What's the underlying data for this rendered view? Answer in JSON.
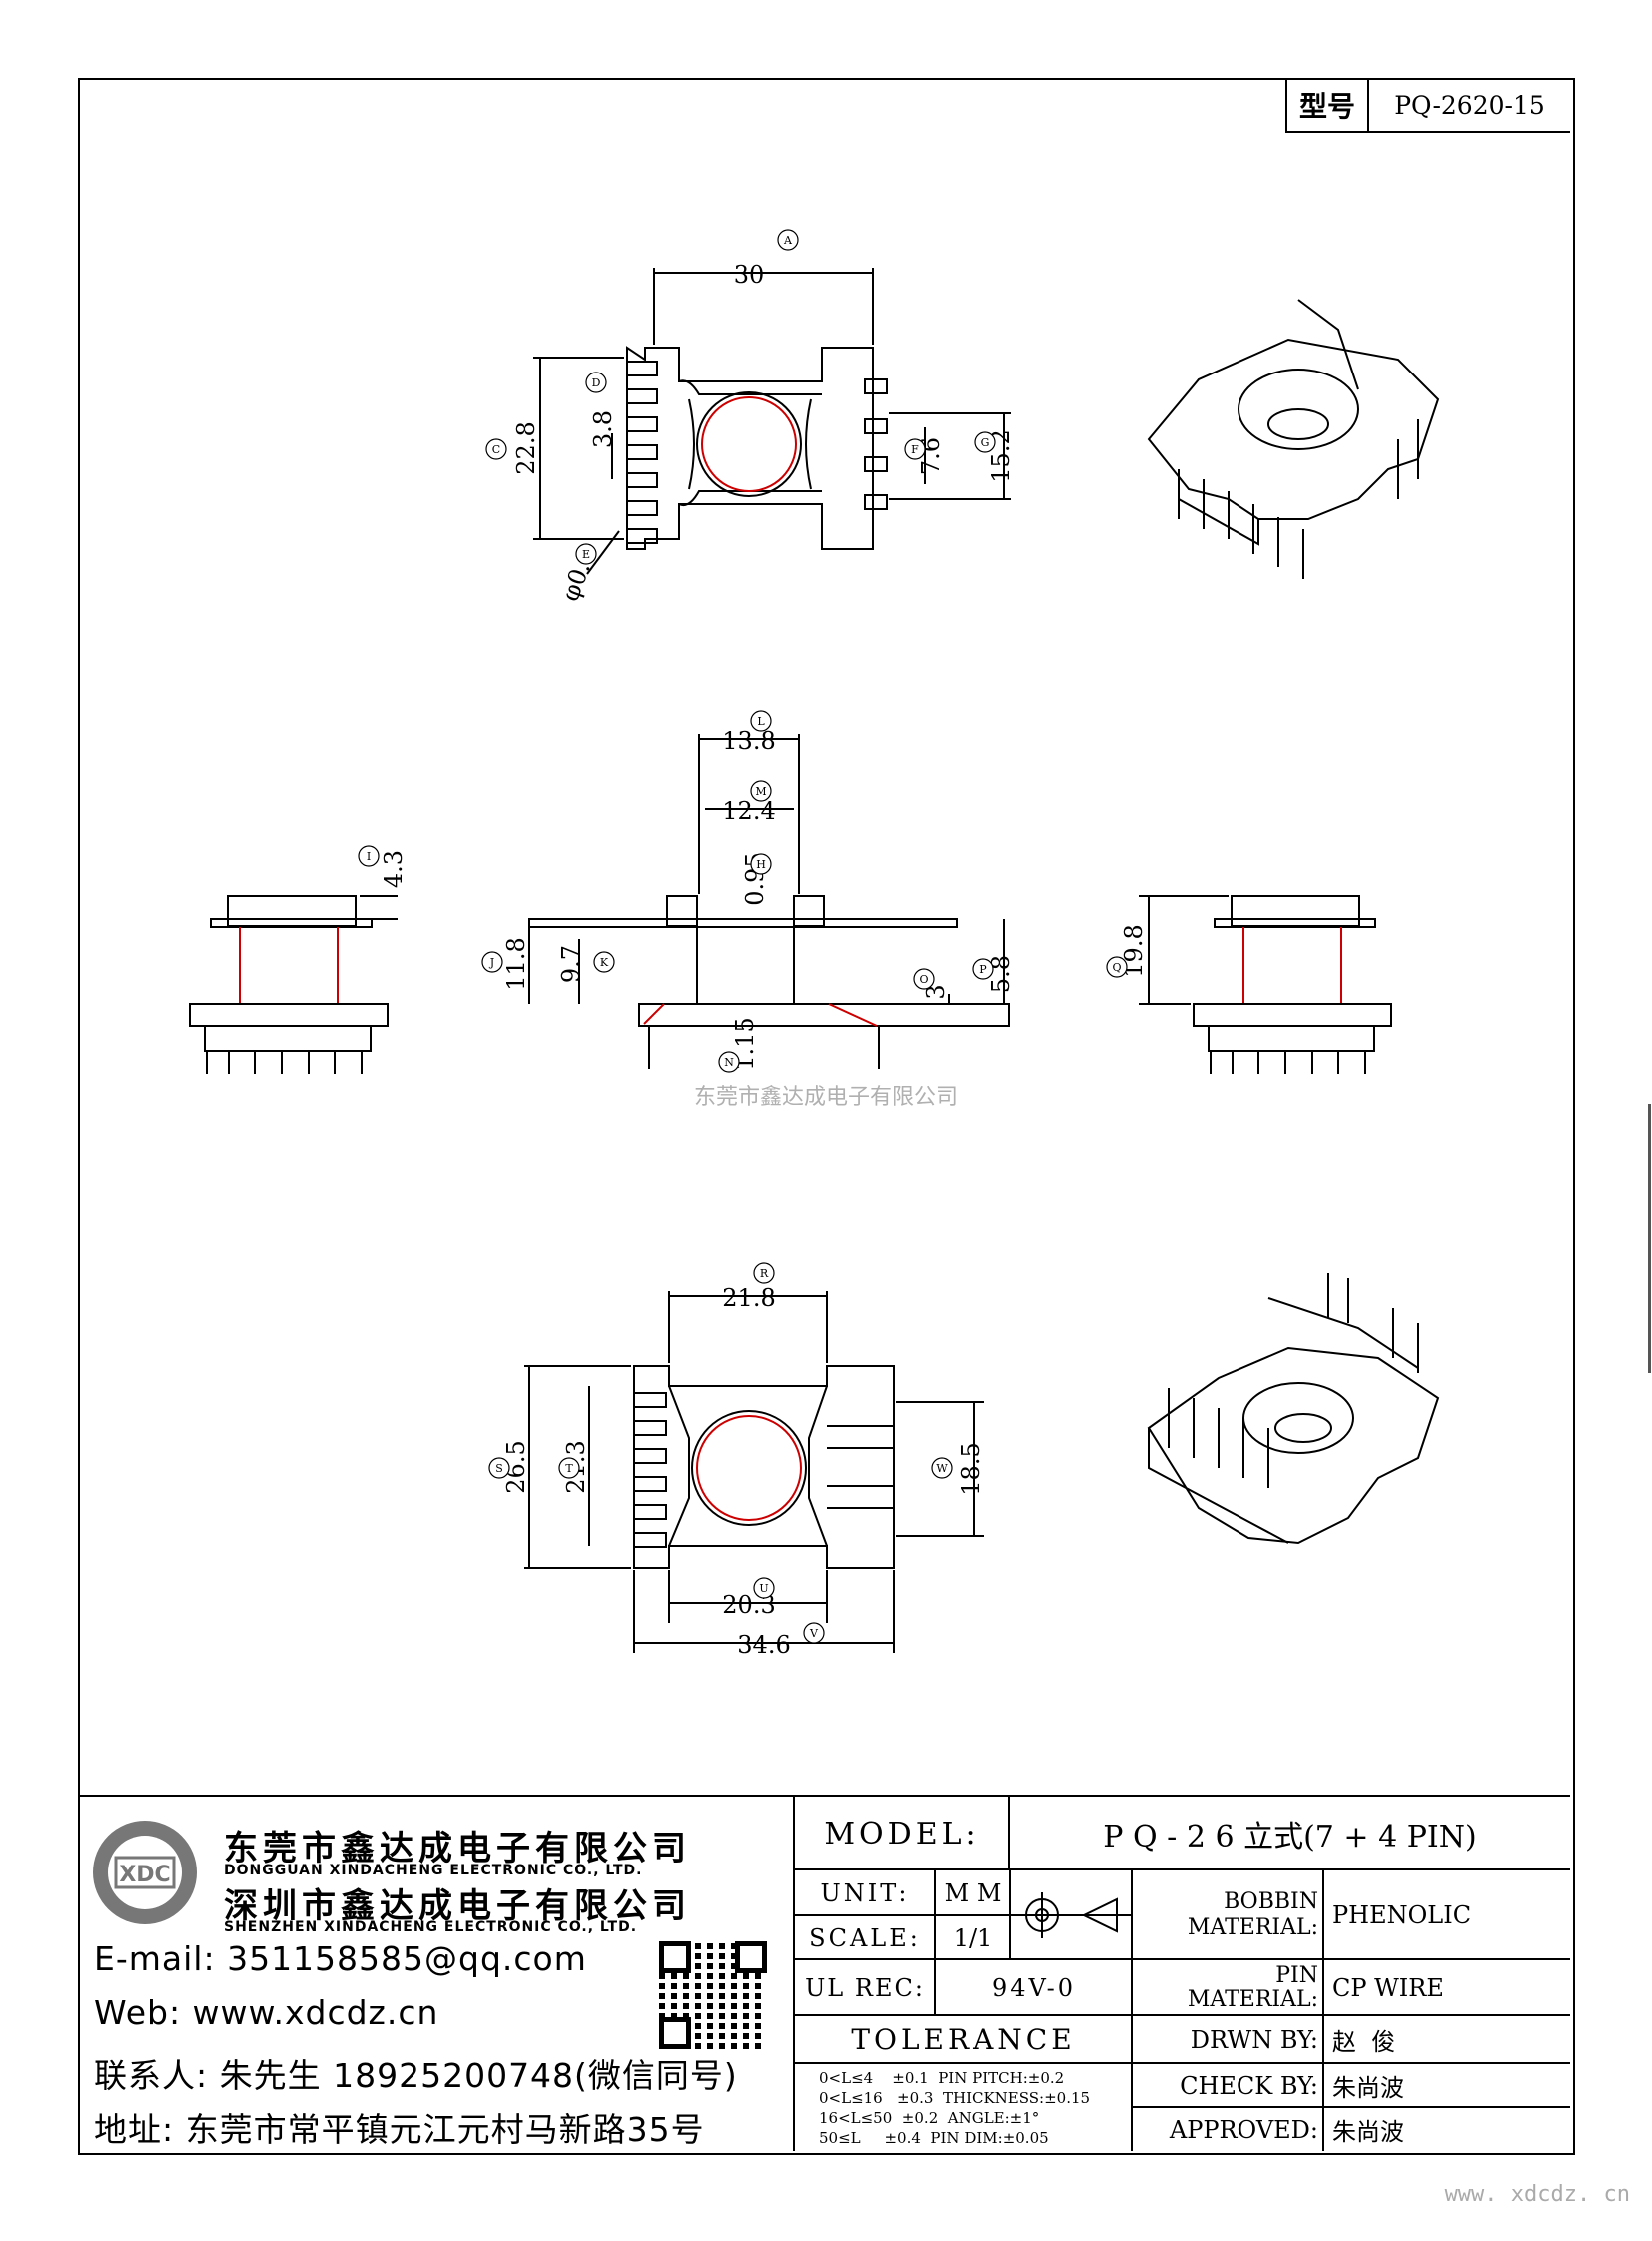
{
  "header": {
    "type_label": "型号",
    "type_value": "PQ-2620-15"
  },
  "watermark_center": "东莞市鑫达成电子有限公司",
  "watermark_corner": "www. xdcdz. cn",
  "dimensions": {
    "A": "30",
    "C": "22.8",
    "D": "3.8",
    "E": "φ0.8",
    "F": "7.6",
    "G": "15.2",
    "I": "4.3",
    "J": "11.8",
    "K": "9.7",
    "L": "13.8",
    "M": "12.4",
    "H": "0.95",
    "N": "1.15",
    "O": "3",
    "P": "5.8",
    "Q": "19.8",
    "R": "21.8",
    "S": "26.5",
    "T": "21.3",
    "U": "20.3",
    "V": "34.6",
    "W": "18.5"
  },
  "bubbles": [
    "A",
    "C",
    "D",
    "E",
    "F",
    "G",
    "I",
    "J",
    "K",
    "L",
    "M",
    "H",
    "N",
    "O",
    "P",
    "Q",
    "R",
    "S",
    "T",
    "U",
    "V",
    "W"
  ],
  "company": {
    "logo_text": "XDC",
    "name1_cn": "东莞市鑫达成电子有限公司",
    "name1_en": "DONGGUAN XINDACHENG ELECTRONIC CO., LTD.",
    "name2_cn": "深圳市鑫达成电子有限公司",
    "name2_en": "SHENZHEN XINDACHENG ELECTRONIC CO., LTD."
  },
  "contact": {
    "email": "E-mail: 351158585@qq.com",
    "web": "Web: www.xdcdz.cn",
    "person": "联系人: 朱先生 18925200748(微信同号)",
    "address": "地址: 东莞市常平镇元江元村马新路35号"
  },
  "title_block": {
    "model_label": "MODEL:",
    "model_value": "P Q - 2 6 立式(7 + 4 PIN)",
    "unit_label": "UNIT:",
    "unit_value": "M M",
    "scale_label": "SCALE:",
    "scale_value": "1/1",
    "ul_label": "UL REC:",
    "ul_value": "94V-0",
    "tolerance_label": "TOLERANCE",
    "bobbin_label": "BOBBIN MATERIAL:",
    "bobbin_value": "PHENOLIC",
    "pin_label": "PIN MATERIAL:",
    "pin_value": "CP WIRE",
    "drawn_label": "DRWN BY:",
    "drawn_value": "赵  俊",
    "check_label": "CHECK BY:",
    "check_value": "朱尚波",
    "approved_label": "APPROVED:",
    "approved_value": "朱尚波",
    "tolerances": [
      "0<L≤4    ±0.1  PIN PITCH:±0.2",
      "0<L≤16   ±0.3  THICKNESS:±0.15",
      "16<L≤50  ±0.2  ANGLE:±1°",
      "50≤L     ±0.4  PIN DIM:±0.05"
    ]
  }
}
